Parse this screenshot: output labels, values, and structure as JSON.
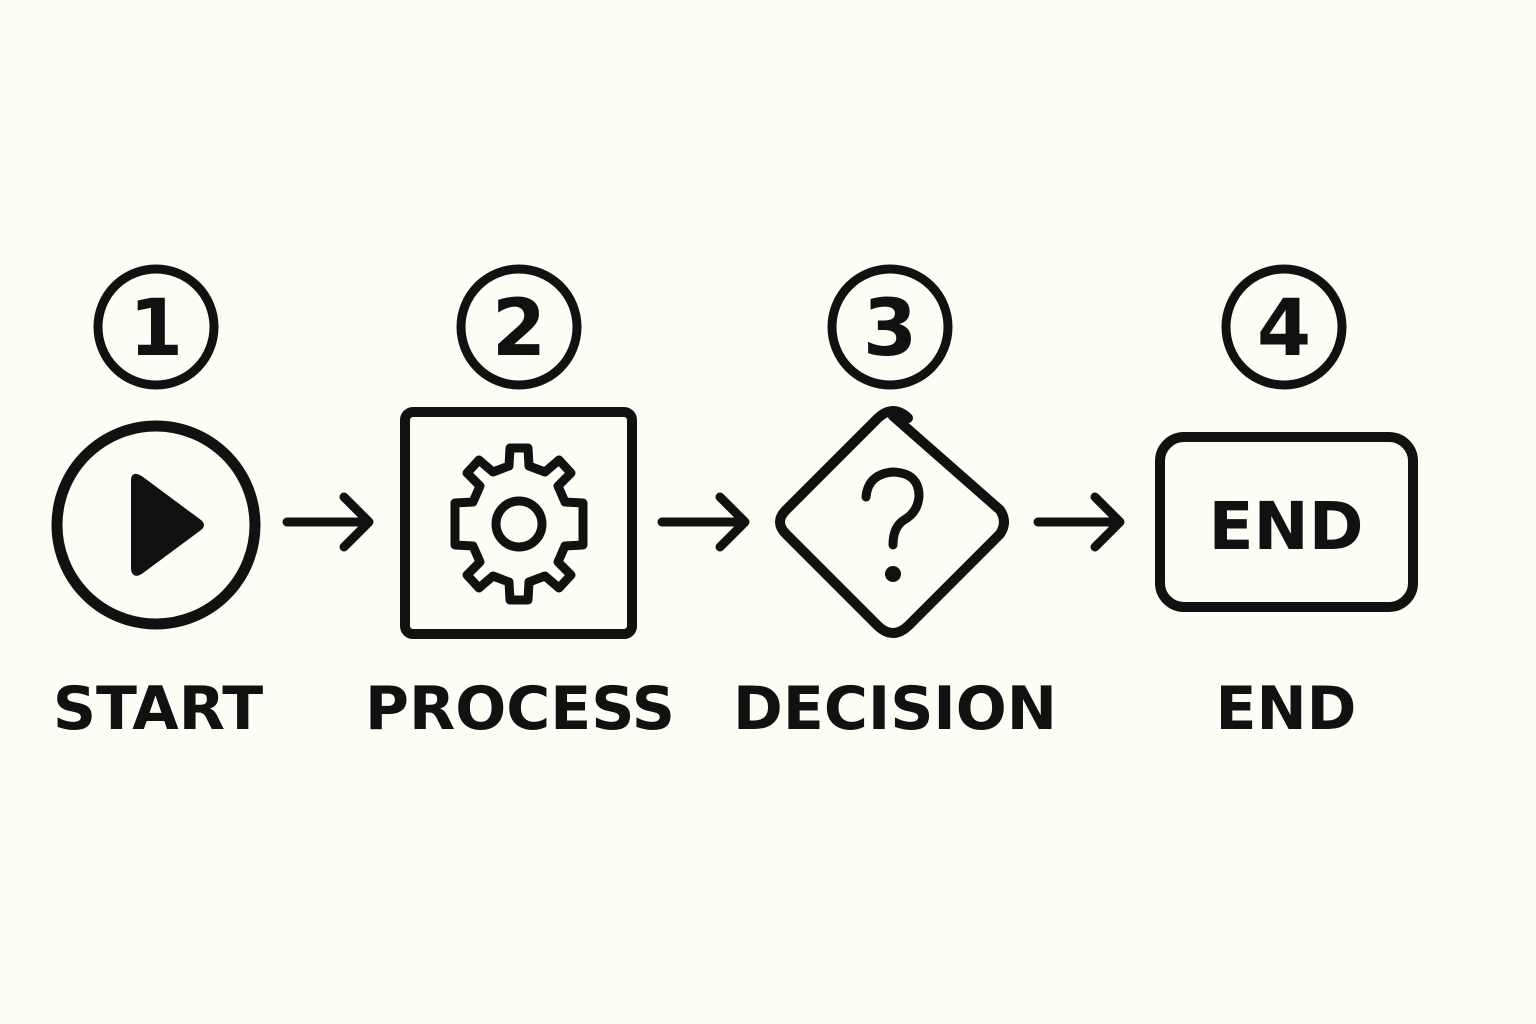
{
  "colors": {
    "background": "#fdfdf5",
    "ink": "#111111"
  },
  "steps": [
    {
      "number": "1",
      "label": "START",
      "icon": "play-icon"
    },
    {
      "number": "2",
      "label": "PROCESS",
      "icon": "gear-icon"
    },
    {
      "number": "3",
      "label": "DECISION",
      "icon": "question-mark-icon"
    },
    {
      "number": "4",
      "label": "END",
      "icon": "end-text",
      "icon_text": "END"
    }
  ],
  "connectors": [
    {
      "from": "1",
      "to": "2",
      "icon": "arrow-right-icon"
    },
    {
      "from": "2",
      "to": "3",
      "icon": "arrow-right-icon"
    },
    {
      "from": "3",
      "to": "4",
      "icon": "arrow-right-icon"
    }
  ]
}
